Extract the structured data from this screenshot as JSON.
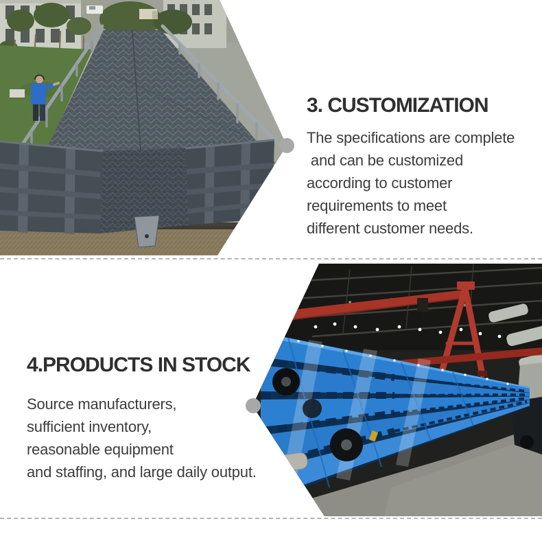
{
  "colors": {
    "heading": "#2f2f2f",
    "body_text": "#3c3c3c",
    "dot": "#a8a8a8",
    "divider": "#b5b5b5",
    "ramp_blue": "#2c80d2",
    "crane_red": "#b03a2e",
    "steel_gray": "#4f585f"
  },
  "sections": [
    {
      "id": "customization",
      "heading": "3. CUSTOMIZATION",
      "body": "The specifications are complete\n and can be customized\naccording to customer\nrequirements to meet\ndifferent customer needs.",
      "photo": {
        "description": "Grey steel mobile yard ramp parked outdoors beside lawn, trees and factory buildings; a worker in a blue shirt stands at the left guard rail"
      }
    },
    {
      "id": "products-in-stock",
      "heading": "4.PRODUCTS IN STOCK",
      "body": "Source manufacturers,\nsufficient inventory,\nreasonable equipment\nand staffing, and large daily output.",
      "photo": {
        "description": "Rows of blue mobile dock ramps stored inside a dark factory hall with a red gantry crane and ceiling lights"
      }
    }
  ]
}
